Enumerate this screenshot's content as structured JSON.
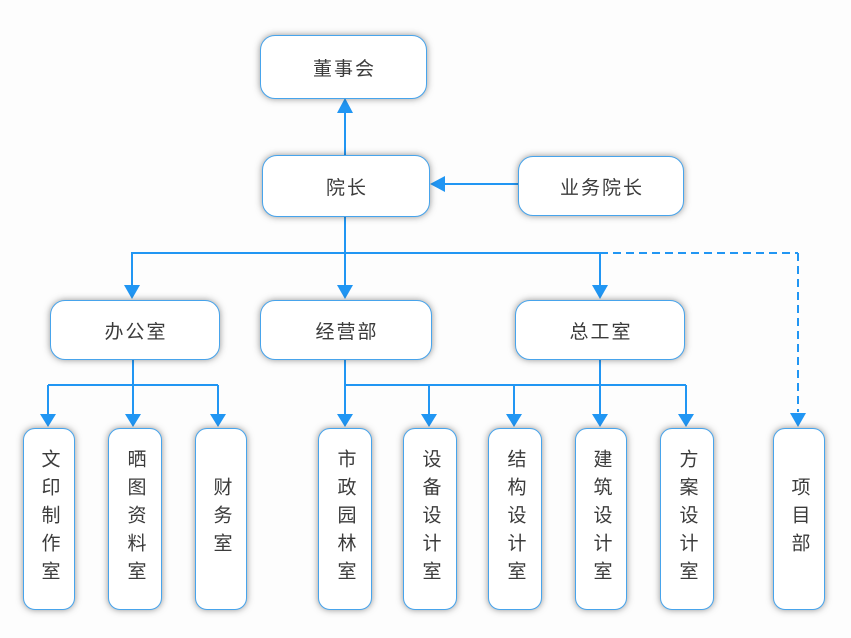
{
  "colors": {
    "line": "#2196f3",
    "box_border": "#47a4ec",
    "box_fill": "#ffffff",
    "text": "#3b3b3b"
  },
  "nodes": {
    "board": {
      "label": "董事会"
    },
    "dean": {
      "label": "院长"
    },
    "business_dean": {
      "label": "业务院长"
    },
    "office": {
      "label": "办公室"
    },
    "operations": {
      "label": "经营部"
    },
    "chief": {
      "label": "总工室"
    },
    "docprint": {
      "label": "文印制作室"
    },
    "blueprint": {
      "label": "晒图资料室"
    },
    "finance": {
      "label": "财务室"
    },
    "municipal": {
      "label": "市政园林室"
    },
    "equipment": {
      "label": "设备设计室"
    },
    "structure": {
      "label": "结构设计室"
    },
    "architect": {
      "label": "建筑设计室"
    },
    "scheme": {
      "label": "方案设计室"
    },
    "project": {
      "label": "项目部"
    }
  },
  "edges": [
    {
      "from": "dean",
      "to": "board",
      "style": "solid",
      "arrow": "into-board"
    },
    {
      "from": "business_dean",
      "to": "dean",
      "style": "solid",
      "arrow": "into-dean"
    },
    {
      "from": "dean",
      "to": "office",
      "style": "solid",
      "arrow": "into-office"
    },
    {
      "from": "dean",
      "to": "operations",
      "style": "solid",
      "arrow": "into-operations"
    },
    {
      "from": "dean",
      "to": "chief",
      "style": "solid",
      "arrow": "into-chief"
    },
    {
      "from": "dean",
      "to": "project",
      "style": "dashed",
      "arrow": "into-project"
    },
    {
      "from": "office",
      "to": "docprint",
      "style": "solid",
      "arrow": "into-docprint"
    },
    {
      "from": "office",
      "to": "blueprint",
      "style": "solid",
      "arrow": "into-blueprint"
    },
    {
      "from": "office",
      "to": "finance",
      "style": "solid",
      "arrow": "into-finance"
    },
    {
      "from": "operations",
      "to": "municipal",
      "style": "solid",
      "arrow": "into-municipal"
    },
    {
      "from": "operations",
      "to": "equipment",
      "style": "solid",
      "arrow": "into-equipment"
    },
    {
      "from": "operations",
      "to": "structure",
      "style": "solid",
      "arrow": "into-structure"
    },
    {
      "from": "chief",
      "to": "architect",
      "style": "solid",
      "arrow": "into-architect"
    },
    {
      "from": "operations",
      "to": "scheme",
      "style": "solid",
      "arrow": "into-scheme"
    }
  ]
}
